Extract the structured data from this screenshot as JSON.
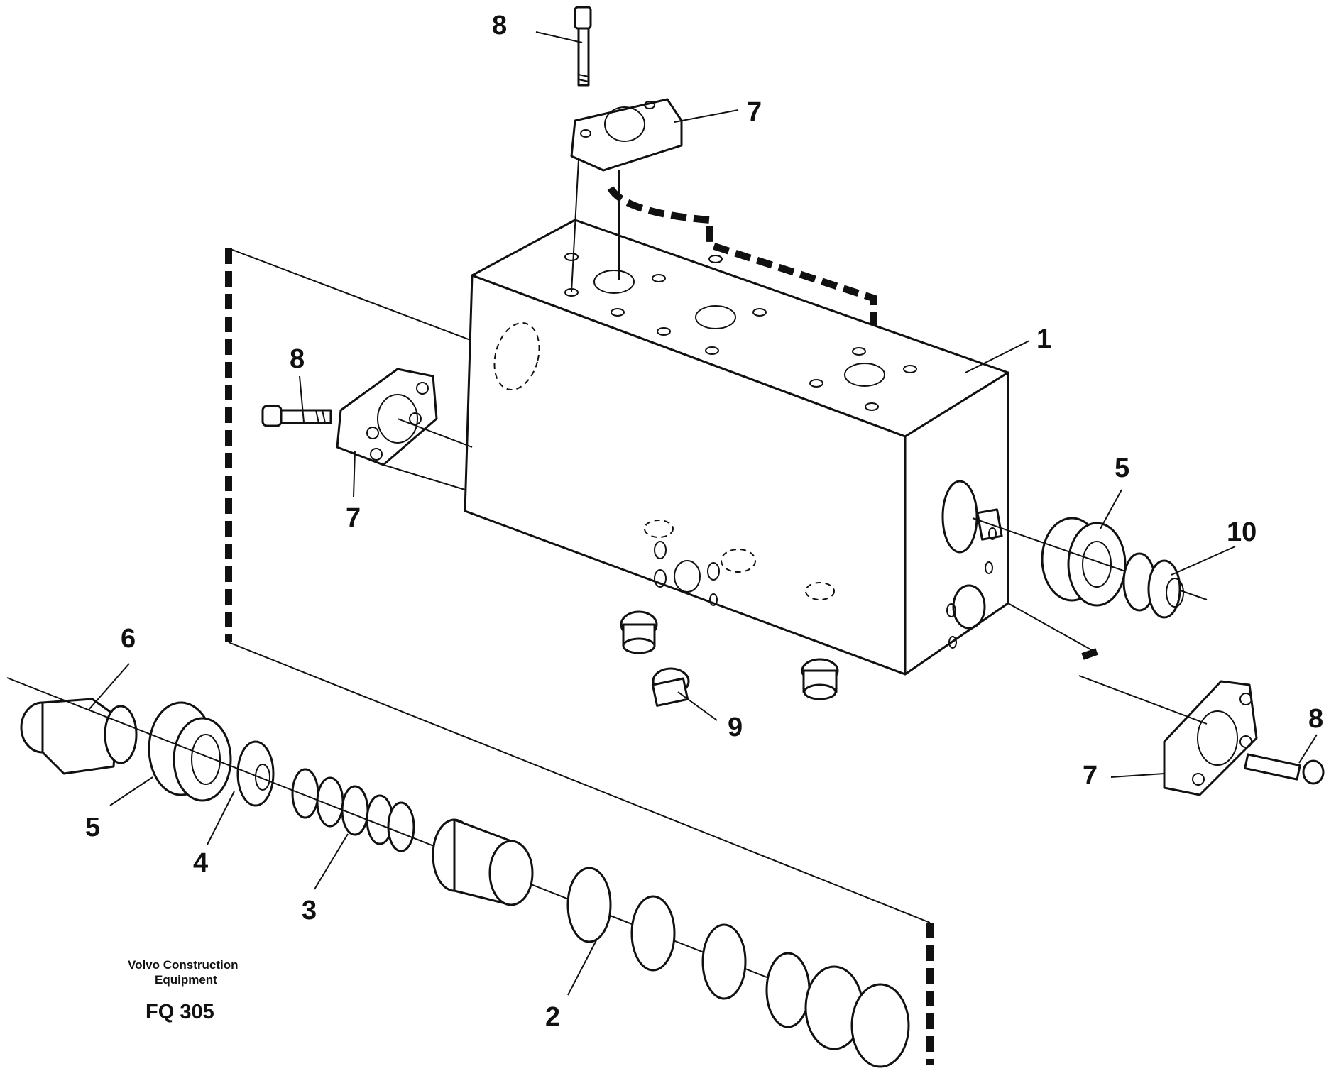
{
  "callouts": {
    "c1": "1",
    "c2": "2",
    "c3": "3",
    "c4": "4",
    "c5_left": "5",
    "c5_right": "5",
    "c6": "6",
    "c7_top": "7",
    "c7_left": "7",
    "c7_right": "7",
    "c8_top": "8",
    "c8_left": "8",
    "c8_right": "8",
    "c9": "9",
    "c10": "10"
  },
  "caption": {
    "line1": "Volvo Construction",
    "line2": "Equipment",
    "code": "FQ 305"
  }
}
